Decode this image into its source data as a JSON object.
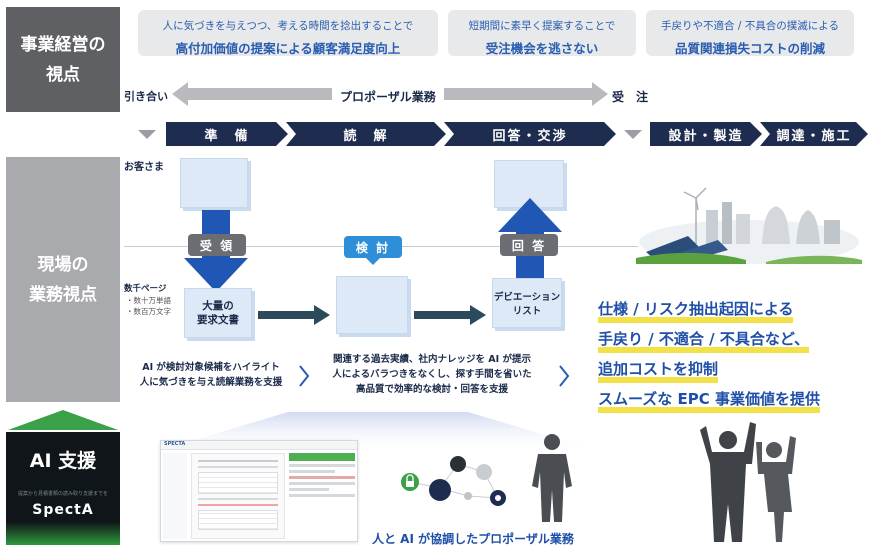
{
  "left_labels": {
    "management": "事業経営の\n視点",
    "field": "現場の\n業務視点",
    "ai_support": "AI 支援",
    "product_tagline": "提案から見積書類の読み取り支援までを",
    "product_name": "SpectA"
  },
  "benefits": [
    {
      "small": "人に気づきを与えつつ、考える時間を捻出することで",
      "big": "高付加価値の提案による顧客満足度向上"
    },
    {
      "small": "短期間に素早く提案することで",
      "big": "受注機会を逃さない"
    },
    {
      "small": "手戻りや不適合 / 不具合の撲滅による",
      "big": "品質関連損失コストの削減"
    }
  ],
  "timeline": {
    "start": "引き合い",
    "middle": "プロポーザル業務",
    "end": "受　注"
  },
  "phases": [
    "準　備",
    "読　解",
    "回答・交渉",
    "設計・製造",
    "調達・施工"
  ],
  "customer_label": "お客さま",
  "doc_info": {
    "pages": "数千ページ",
    "item1": "・数十万単語",
    "item2": "・数百万文字"
  },
  "tags": {
    "receive": "受 領",
    "review": "検 討",
    "answer": "回 答"
  },
  "docs": {
    "requirements": "大量の\n要求文書",
    "deviation": "デビエーション\nリスト"
  },
  "notes": {
    "left": "AI が検討対象候補をハイライト\n人に気づきを与え読解業務を支援",
    "middle": "関連する過去実績、社内ナレッジを AI が提示\n人によるバラつきをなくし、探す手間を省いた\n高品質で効率的な検討・回答を支援"
  },
  "value_lines": [
    "仕様 / リスク抽出起因による",
    "手戻り / 不適合 / 不具合など、",
    "追加コストを抑制",
    "スムーズな EPC 事業価値を提供"
  ],
  "footer": "人と AI が協調したプロポーザル業務",
  "screenshot_brand": "SPECTA",
  "colors": {
    "navy": "#1e2d4f",
    "blue": "#2a5db0",
    "arrow_blue": "#2157b4",
    "highlight": "#f3e14a",
    "green": "#3aa14a"
  }
}
